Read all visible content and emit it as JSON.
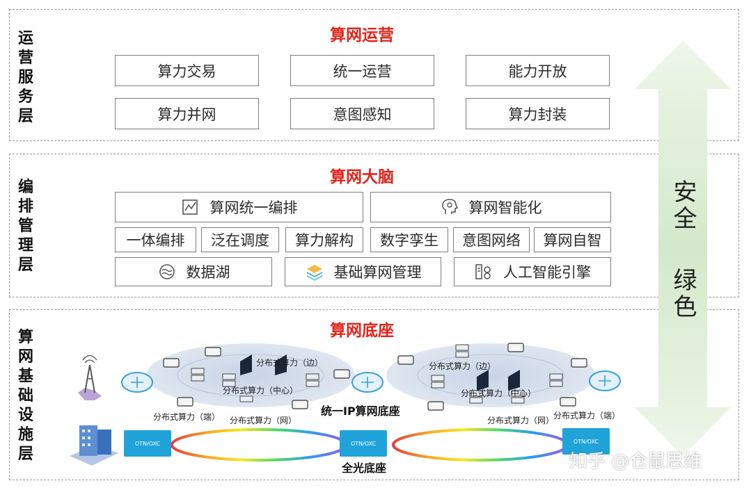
{
  "layers": {
    "ops": {
      "side_label": "运\n营\n服\n务\n层",
      "title": "算网运营",
      "boxes": [
        "算力交易",
        "统一运营",
        "能力开放",
        "算力并网",
        "意图感知",
        "算力封装"
      ]
    },
    "brain": {
      "side_label": "编\n排\n管\n理\n层",
      "title": "算网大脑",
      "top_left": "算网统一编排",
      "top_left_icon": "chart-edit-icon",
      "top_right": "算网智能化",
      "top_right_icon": "ai-head-icon",
      "mid": [
        "一体编排",
        "泛在调度",
        "算力解构",
        "数字孪生",
        "意图网络",
        "算网自智"
      ],
      "bottom": [
        {
          "label": "数据湖",
          "icon": "data-lake-icon"
        },
        {
          "label": "基础算网管理",
          "icon": "layers-icon"
        },
        {
          "label": "人工智能引擎",
          "icon": "ai-engine-icon"
        }
      ]
    },
    "infra": {
      "side_label": "算\n网\n基\n础\n设\n施\n层",
      "title": "算网底座",
      "labels": {
        "edge_left": "分布式算力（边）",
        "center_left": "分布式算力（中心）",
        "end_left": "分布式算力（端）",
        "net_left": "分布式算力（网）",
        "edge_right": "分布式算力（边）",
        "center_right": "分布式算力（中心）",
        "net_right": "分布式算力（网）",
        "end_right": "分布式算力（端）"
      },
      "ip_base": "统一IP算网底座",
      "optical_base": "全光底座",
      "otn_label": "OTN/OXC"
    }
  },
  "side_arrow": {
    "text_top": "安全",
    "text_bottom": "绿色",
    "color": "#dcecd6"
  },
  "watermark": "知乎 @仓鼠思维",
  "colors": {
    "title_red": "#e2231a",
    "otn_blue": "#1fa3d9"
  }
}
